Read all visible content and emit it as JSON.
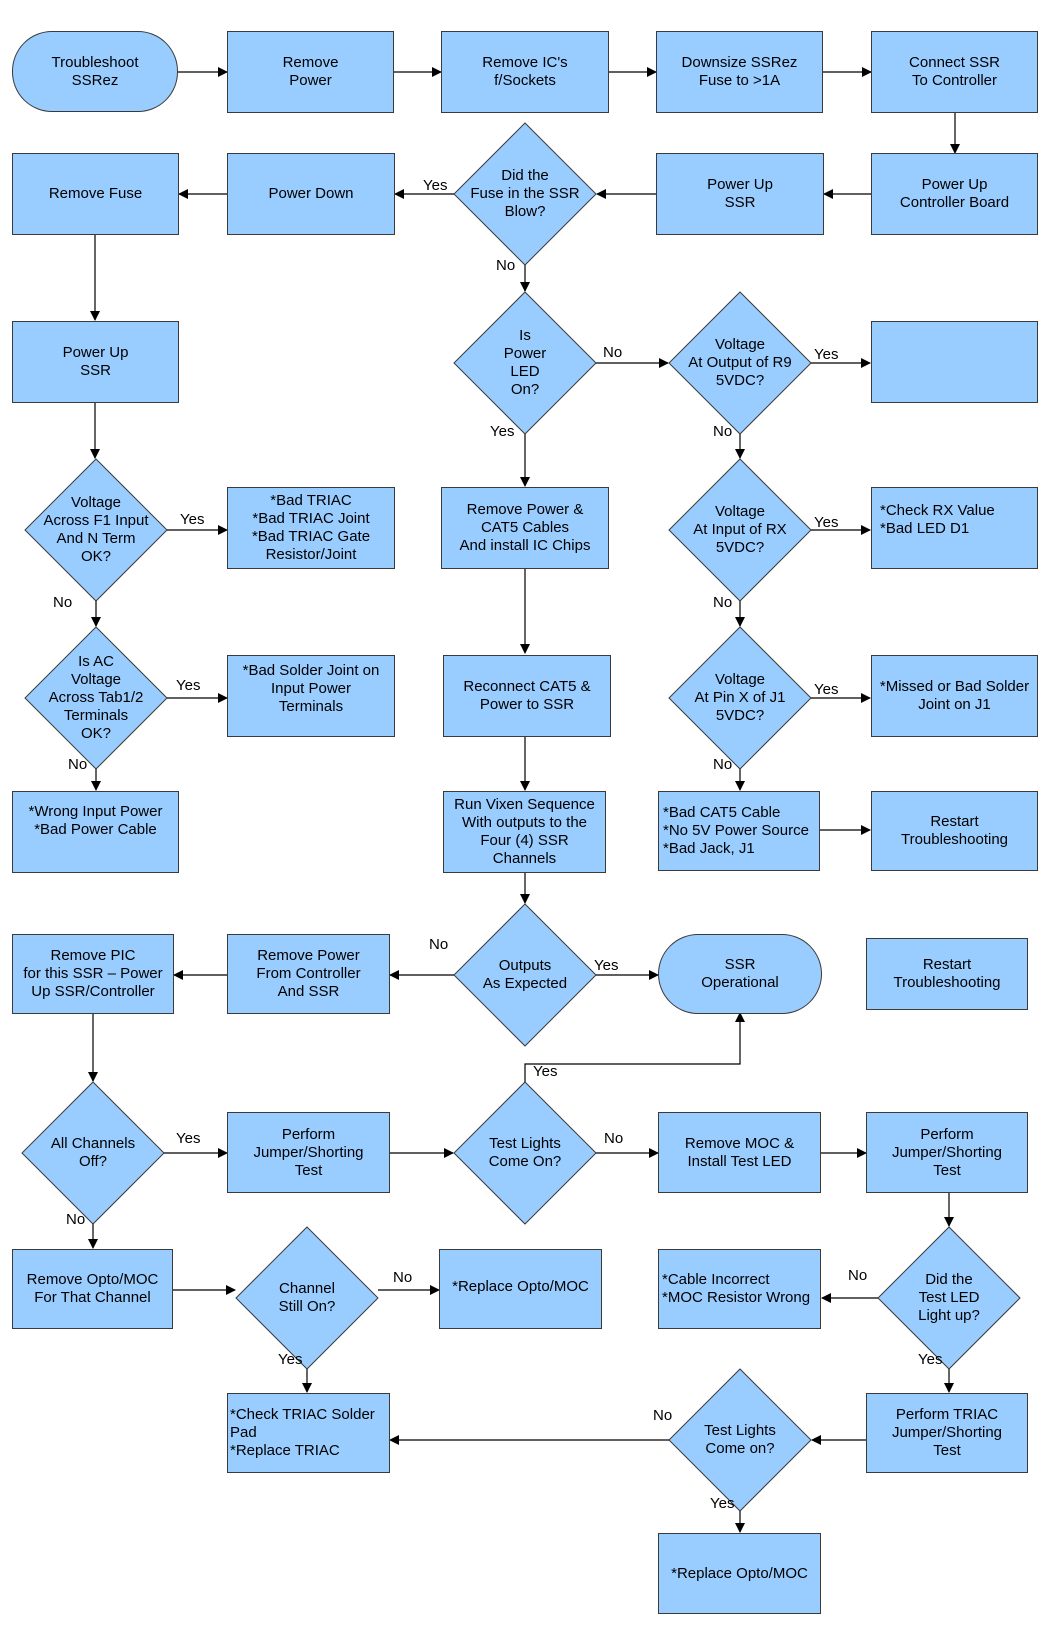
{
  "diagram": {
    "colors": {
      "fill": "#99ccff",
      "stroke": "#3a3a3a",
      "line": "#000000"
    },
    "nodes": {
      "troubleshoot": "Troubleshoot\nSSRez",
      "remove_power": "Remove\nPower",
      "remove_ics": "Remove IC's\nf/Sockets",
      "downsize_fuse": "Downsize SSRez\nFuse to >1A",
      "connect_ssr": "Connect SSR\nTo Controller",
      "power_up_controller": "Power Up\nController Board",
      "power_up_ssr_top": "Power Up\nSSR",
      "fuse_blow": "Did the\nFuse in the SSR\nBlow?",
      "power_down": "Power Down",
      "remove_fuse": "Remove Fuse",
      "power_up_ssr_left": "Power Up\nSSR",
      "power_led": "Is\nPower\nLED\nOn?",
      "voltage_r9": "Voltage\nAt Output of R9\n5VDC?",
      "blank_box": "",
      "voltage_f1": "Voltage\nAcross F1 Input\nAnd N Term\nOK?",
      "bad_triac": "*Bad TRIAC\n*Bad TRIAC Joint\n*Bad TRIAC Gate\nResistor/Joint",
      "remove_power_cat5": "Remove Power &\nCAT5 Cables\nAnd install IC Chips",
      "voltage_rx": "Voltage\nAt Input of RX\n5VDC?",
      "check_rx": "*Check RX Value\n*Bad LED D1",
      "ac_voltage": "Is AC\nVoltage\nAcross Tab1/2\nTerminals\nOK?",
      "bad_solder_input": "*Bad Solder Joint on\nInput Power\nTerminals",
      "reconnect_cat5": "Reconnect CAT5 &\nPower to SSR",
      "voltage_j1": "Voltage\nAt Pin X of J1\n5VDC?",
      "missed_solder_j1": "*Missed or Bad Solder\nJoint on J1",
      "wrong_input_power": "*Wrong Input Power\n*Bad Power Cable",
      "run_vixen": "Run Vixen Sequence\nWith outputs to the\nFour (4) SSR\nChannels",
      "bad_cat5": "*Bad CAT5 Cable\n*No 5V Power Source\n*Bad Jack, J1",
      "restart_1": "Restart\nTroubleshooting",
      "remove_pic": "Remove PIC\nfor this SSR – Power\nUp SSR/Controller",
      "remove_power_controller": "Remove Power\nFrom Controller\nAnd SSR",
      "outputs_expected": "Outputs\nAs Expected",
      "ssr_operational": "SSR\nOperational",
      "restart_2": "Restart\nTroubleshooting",
      "all_channels_off": "All Channels\nOff?",
      "perform_jumper_1": "Perform\nJumper/Shorting\nTest",
      "test_lights_1": "Test Lights\nCome On?",
      "remove_moc": "Remove MOC &\nInstall Test LED",
      "perform_jumper_2": "Perform\nJumper/Shorting\nTest",
      "remove_opto": "Remove Opto/MOC\nFor That Channel",
      "channel_still_on": "Channel\nStill On?",
      "replace_opto_1": "*Replace Opto/MOC",
      "cable_incorrect": "*Cable Incorrect\n*MOC Resistor Wrong",
      "test_led_lit": "Did the\nTest LED\nLight up?",
      "check_triac_pad": "*Check TRIAC Solder\nPad\n*Replace TRIAC",
      "test_lights_2": "Test Lights\nCome on?",
      "perform_triac_jumper": "Perform TRIAC\nJumper/Shorting\nTest",
      "replace_opto_2": "*Replace Opto/MOC"
    },
    "labels": {
      "yes": "Yes",
      "no": "No"
    }
  }
}
